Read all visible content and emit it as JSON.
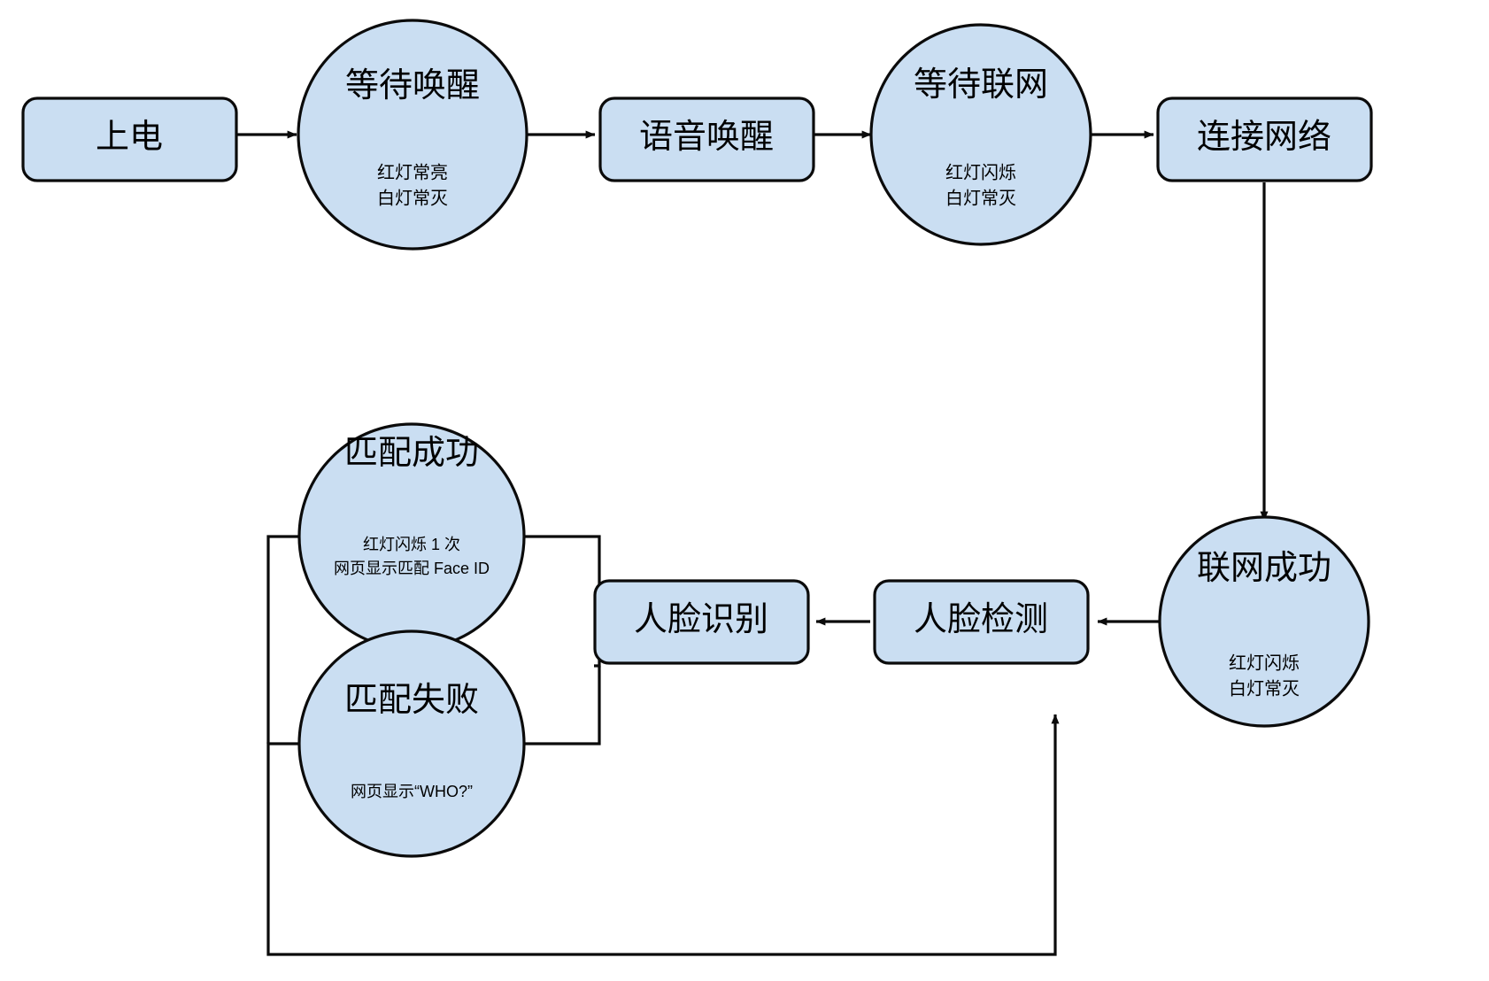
{
  "diagram": {
    "title_text": "",
    "colors": {
      "shape_fill": "#cadef2",
      "shape_stroke": "#0b0b0b",
      "edge_stroke": "#0b0b0b",
      "background": "#ffffff"
    },
    "nodes": [
      {
        "id": "power-on",
        "shape": "rounded-rect",
        "label": "上电",
        "sublines": []
      },
      {
        "id": "wait-wakeup",
        "shape": "circle",
        "label": "等待唤醒",
        "sublines": [
          "红灯常亮",
          "白灯常灭"
        ]
      },
      {
        "id": "voice-wakeup",
        "shape": "rounded-rect",
        "label": "语音唤醒",
        "sublines": []
      },
      {
        "id": "wait-network",
        "shape": "circle",
        "label": "等待联网",
        "sublines": [
          "红灯闪烁",
          "白灯常灭"
        ]
      },
      {
        "id": "connect-network",
        "shape": "rounded-rect",
        "label": "连接网络",
        "sublines": []
      },
      {
        "id": "network-success",
        "shape": "circle",
        "label": "联网成功",
        "sublines": [
          "红灯闪烁",
          "白灯常灭"
        ]
      },
      {
        "id": "face-detect",
        "shape": "rounded-rect",
        "label": "人脸检测",
        "sublines": []
      },
      {
        "id": "face-recognize",
        "shape": "rounded-rect",
        "label": "人脸识别",
        "sublines": []
      },
      {
        "id": "match-success",
        "shape": "circle",
        "label": "匹配成功",
        "sublines": [
          "红灯闪烁 1 次",
          "网页显示匹配 Face ID"
        ]
      },
      {
        "id": "match-fail",
        "shape": "circle",
        "label": "匹配失败",
        "sublines": [
          "网页显示“WHO?”"
        ]
      }
    ],
    "edges": [
      {
        "id": "e1",
        "from": "power-on",
        "to": "wait-wakeup",
        "label": "",
        "arrow": true
      },
      {
        "id": "e2",
        "from": "wait-wakeup",
        "to": "voice-wakeup",
        "label": "",
        "arrow": true
      },
      {
        "id": "e3",
        "from": "voice-wakeup",
        "to": "wait-network",
        "label": "",
        "arrow": true
      },
      {
        "id": "e4",
        "from": "wait-network",
        "to": "connect-network",
        "label": "",
        "arrow": true
      },
      {
        "id": "e5",
        "from": "connect-network",
        "to": "network-success",
        "label": "",
        "arrow": true
      },
      {
        "id": "e6",
        "from": "network-success",
        "to": "face-detect",
        "label": "",
        "arrow": true
      },
      {
        "id": "e7",
        "from": "face-detect",
        "to": "face-recognize",
        "label": "",
        "arrow": true
      },
      {
        "id": "e8",
        "from": "face-recognize",
        "to": "match-success",
        "label": "",
        "arrow": false
      },
      {
        "id": "e9",
        "from": "face-recognize",
        "to": "match-fail",
        "label": "",
        "arrow": false
      },
      {
        "id": "e10",
        "from": "match-fail",
        "to": "face-detect",
        "label": "",
        "arrow": true
      }
    ]
  }
}
